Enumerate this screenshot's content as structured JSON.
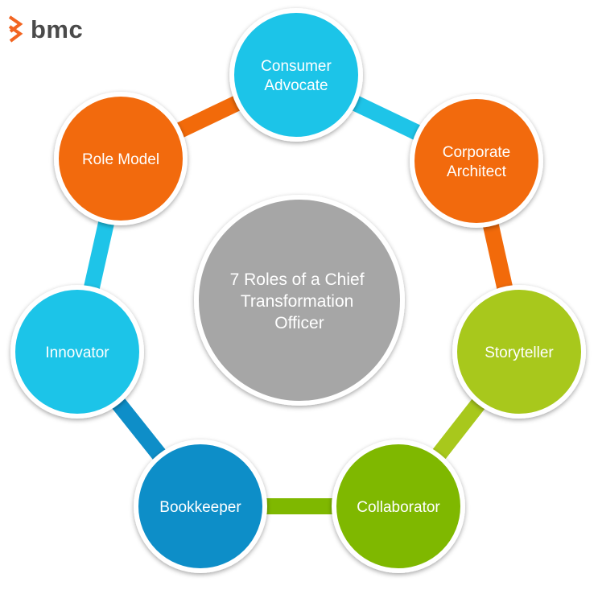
{
  "logo": {
    "text": "bmc",
    "mark_color": "#f26522"
  },
  "center": {
    "lines": [
      "7 Roles of a  Chief",
      "Transformation",
      "Officer"
    ],
    "color": "#a6a6a6"
  },
  "roles": [
    {
      "id": "consumer-advocate",
      "lines": [
        "Consumer",
        "Advocate"
      ],
      "color": "#1ec4e8"
    },
    {
      "id": "corporate-architect",
      "lines": [
        "Corporate",
        "Architect"
      ],
      "color": "#f26a0a"
    },
    {
      "id": "storyteller",
      "lines": [
        "Storyteller"
      ],
      "color": "#a8c81c"
    },
    {
      "id": "collaborator",
      "lines": [
        "Collaborator"
      ],
      "color": "#7fb800"
    },
    {
      "id": "bookkeeper",
      "lines": [
        "Bookkeeper"
      ],
      "color": "#0e8ec8"
    },
    {
      "id": "innovator",
      "lines": [
        "Innovator"
      ],
      "color": "#1ec4e8"
    },
    {
      "id": "role-model",
      "lines": [
        "Role Model"
      ],
      "color": "#f26a0a"
    }
  ]
}
